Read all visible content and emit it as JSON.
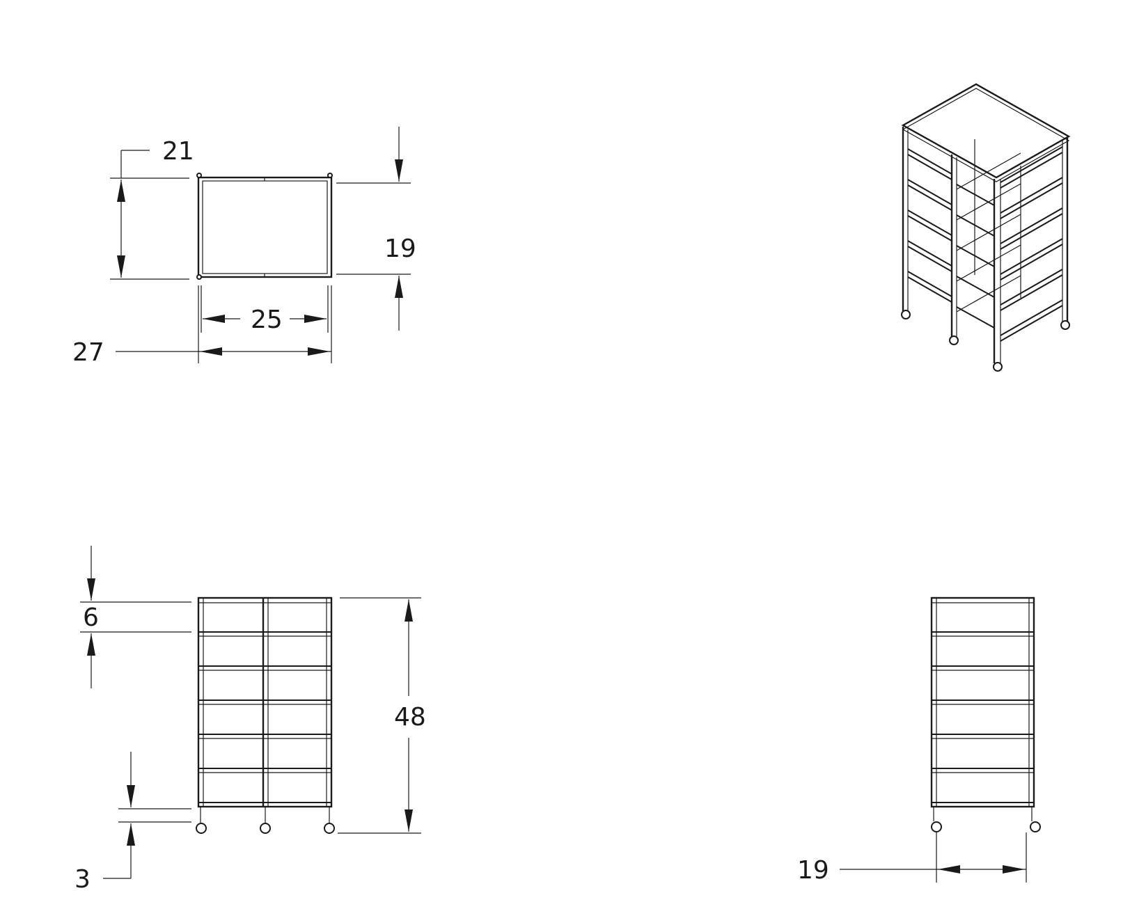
{
  "dimensions": {
    "top_depth": "21",
    "top_width": "25",
    "top_overall": "27",
    "top_right": "19",
    "front_spacing": "6",
    "front_height": "48",
    "front_bottom": "3",
    "side_width": "19"
  },
  "drawing": {
    "shelf_count": 7,
    "line_color": "#1a1a1a",
    "background": "#ffffff"
  }
}
